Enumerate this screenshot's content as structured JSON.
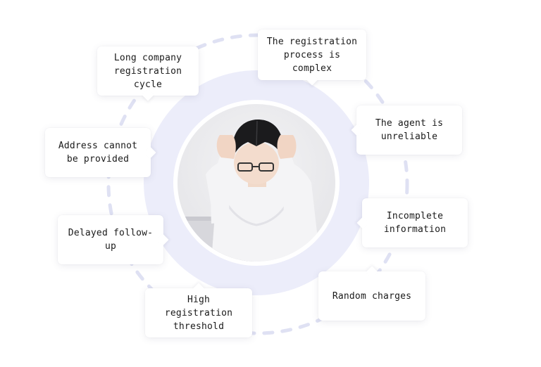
{
  "colors": {
    "ring": "#ecedfa",
    "dashes": "#dfe1f3",
    "card_bg": "#ffffff",
    "text": "#1a1a1a"
  },
  "center_image": {
    "icon": "stressed-woman-photo"
  },
  "labels": [
    {
      "id": "long-cycle",
      "text": "Long company\nregistration cycle"
    },
    {
      "id": "complex-process",
      "text": "The registration\nprocess is complex"
    },
    {
      "id": "agent-unreliable",
      "text": "The agent is\nunreliable"
    },
    {
      "id": "address",
      "text": "Address cannot\nbe provided"
    },
    {
      "id": "incomplete",
      "text": "Incomplete\ninformation"
    },
    {
      "id": "delayed",
      "text": "Delayed follow-up"
    },
    {
      "id": "random-charges",
      "text": "Random charges"
    },
    {
      "id": "threshold",
      "text": "High registration\nthreshold"
    }
  ]
}
